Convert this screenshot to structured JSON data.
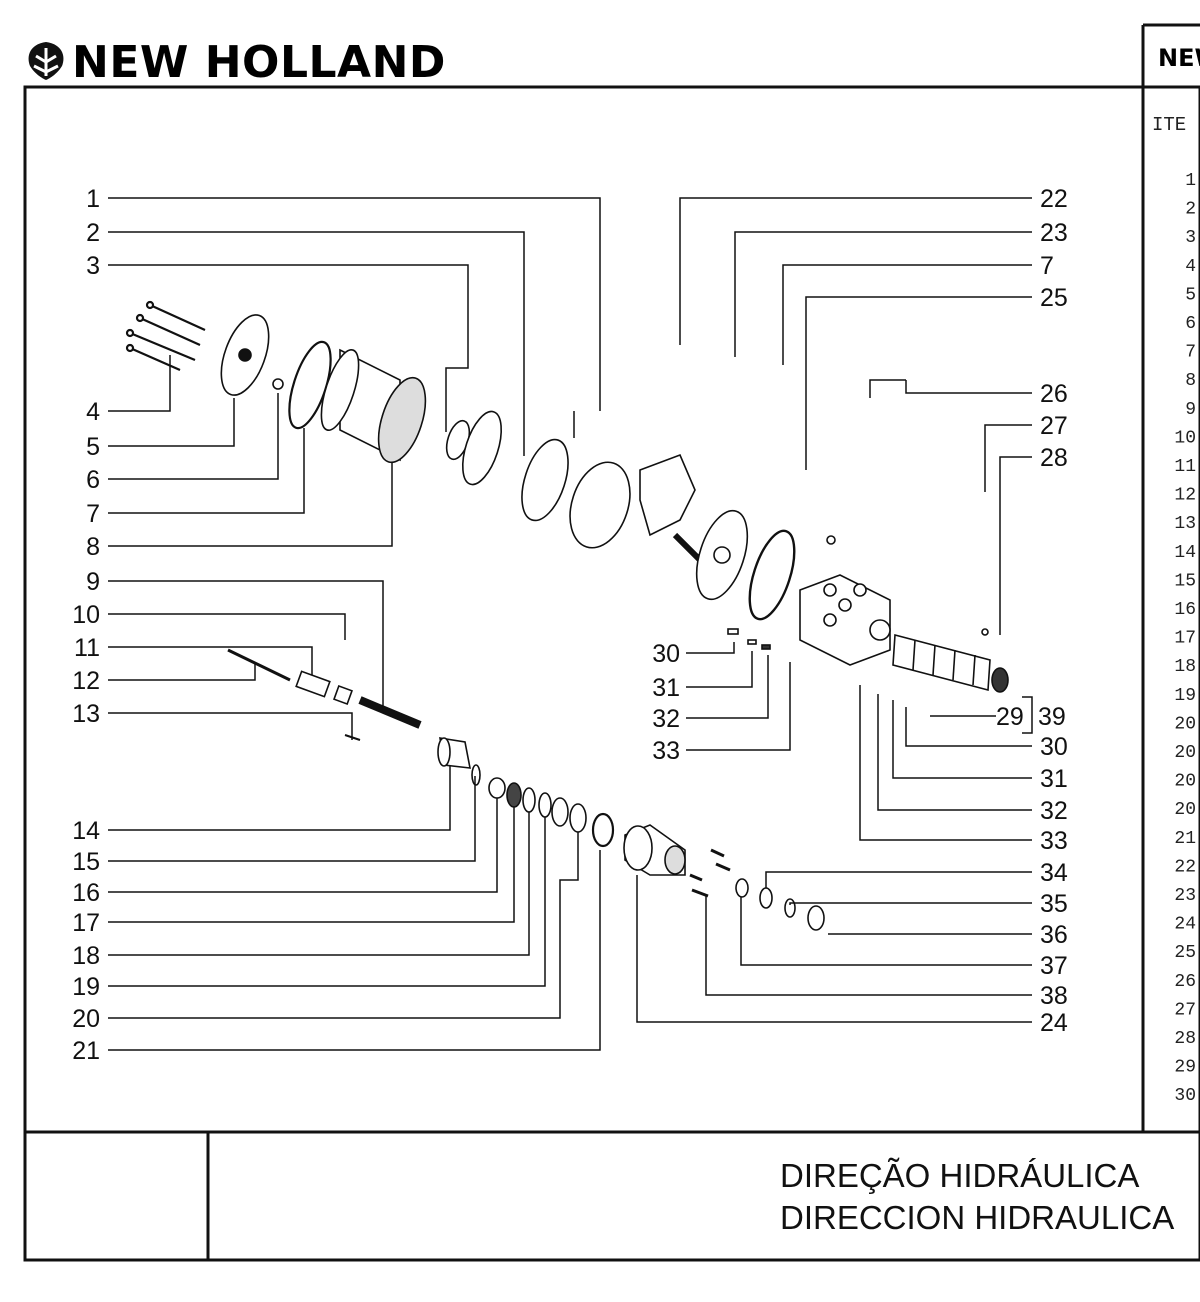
{
  "header": {
    "brand": "NEW HOLLAND",
    "right_brand_fragment": "NEW",
    "logo": "new-holland-leaf-icon"
  },
  "diagram": {
    "callouts_left": [
      "1",
      "2",
      "3",
      "4",
      "5",
      "6",
      "7",
      "8",
      "9",
      "10",
      "11",
      "12",
      "13",
      "14",
      "15",
      "16",
      "17",
      "18",
      "19",
      "20",
      "21"
    ],
    "callouts_right": [
      "22",
      "23",
      "7",
      "25",
      "26",
      "27",
      "28",
      "29",
      "39",
      "30",
      "31",
      "32",
      "33",
      "34",
      "35",
      "36",
      "37",
      "38",
      "24"
    ],
    "callouts_middle": [
      "30",
      "31",
      "32",
      "33"
    ]
  },
  "parts_list": {
    "column_header_fragment": "ITE",
    "items": [
      "1",
      "2",
      "3",
      "4",
      "5",
      "6",
      "7",
      "8",
      "9",
      "10",
      "11",
      "12",
      "13",
      "14",
      "15",
      "16",
      "17",
      "18",
      "19",
      "20",
      "20",
      "20",
      "20",
      "21",
      "22",
      "23",
      "24",
      "25",
      "26",
      "27",
      "28",
      "29",
      "30"
    ]
  },
  "title_block": {
    "line1": "DIREÇÃO HIDRÁULICA",
    "line2": "DIRECCION HIDRAULICA"
  }
}
